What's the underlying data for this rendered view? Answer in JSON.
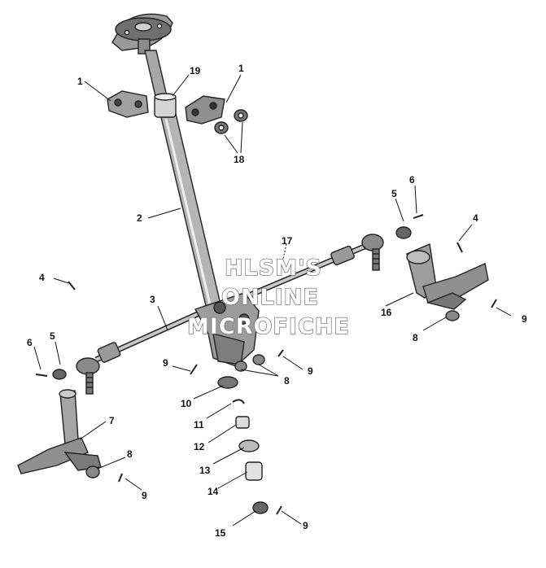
{
  "callouts": {
    "c1a": "1",
    "c1b": "1",
    "c19": "19",
    "c18": "18",
    "c2": "2",
    "c6a": "6",
    "c5a": "5",
    "c4a": "4",
    "c17": "17",
    "c4b": "4",
    "c3": "3",
    "c16": "16",
    "c9a": "9",
    "c8a": "8",
    "c6b": "6",
    "c5b": "5",
    "c9b": "9",
    "c9c": "9",
    "c10": "10",
    "c8b": "8",
    "c11": "11",
    "c7": "7",
    "c12": "12",
    "c8c": "8",
    "c13": "13",
    "c9d": "9",
    "c14": "14",
    "c15": "15",
    "c9e": "9"
  },
  "watermark": {
    "line1": "HLSM'S",
    "line2": "ONLINE",
    "line3": "MICROFICHE"
  }
}
